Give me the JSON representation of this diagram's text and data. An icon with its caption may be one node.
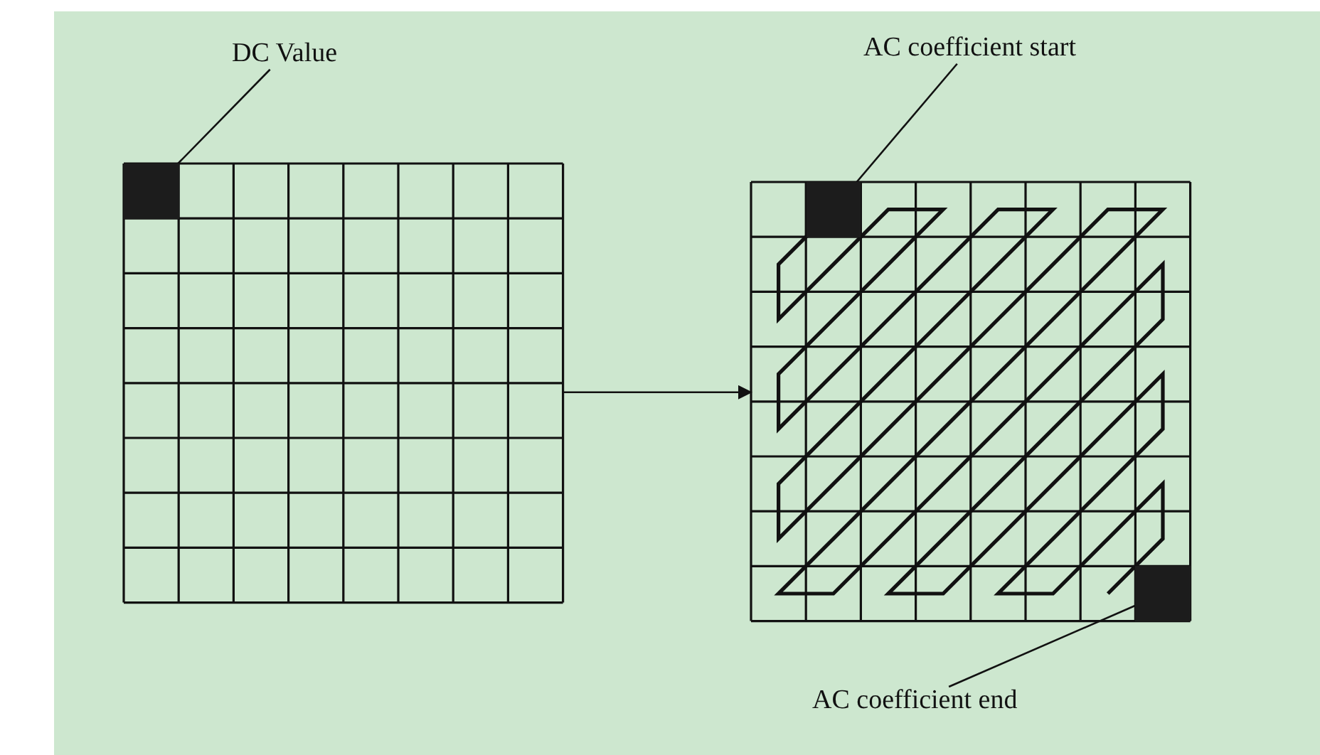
{
  "diagram": {
    "nodes": [
      {
        "text": [
          "DC Value"
        ]
      },
      {
        "text": [
          "AC coefficient start"
        ]
      },
      {
        "text": [],
        "shape": "picture"
      },
      {
        "text": [],
        "shape": "box",
        "in": 2
      },
      {
        "text": [],
        "shape": "picture"
      },
      {
        "text": [],
        "shape": "box",
        "in": 4
      },
      {
        "text": [],
        "shape": "box",
        "in": 4
      },
      {
        "text": [
          "AC coefficient end"
        ]
      }
    ],
    "edges": [
      {
        "from": 0,
        "to": 3,
        "arrow": "none"
      },
      {
        "from": 1,
        "to": 5,
        "arrow": "none"
      },
      {
        "from": 2,
        "to": 4,
        "arrow": "to"
      },
      {
        "from": 7,
        "to": 6,
        "arrow": "none"
      }
    ]
  }
}
